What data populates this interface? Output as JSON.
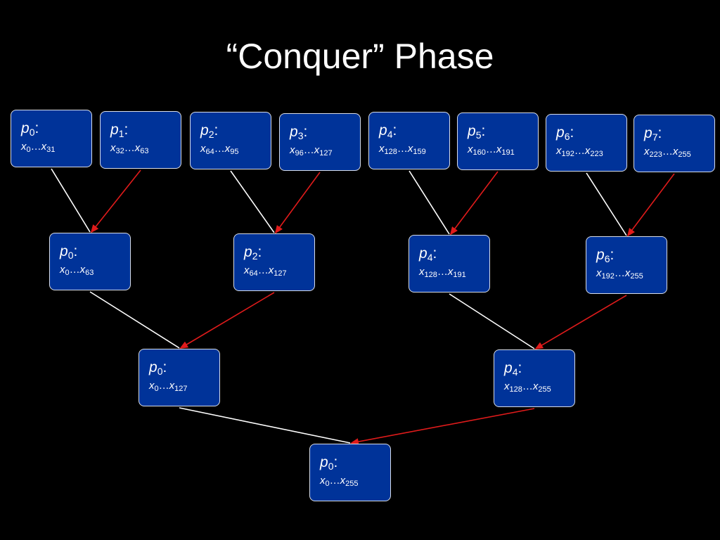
{
  "title": "“Conquer” Phase",
  "colors": {
    "background": "#000000",
    "node_fill": "#003399",
    "node_border": "#d8dde8",
    "left_edge": "#ffffff",
    "right_edge": "#e01b1b"
  },
  "nodes": [
    {
      "id": "n0",
      "proc": "0",
      "lo": "0",
      "hi": "31"
    },
    {
      "id": "n1",
      "proc": "1",
      "lo": "32",
      "hi": "63"
    },
    {
      "id": "n2",
      "proc": "2",
      "lo": "64",
      "hi": "95"
    },
    {
      "id": "n3",
      "proc": "3",
      "lo": "96",
      "hi": "127"
    },
    {
      "id": "n4",
      "proc": "4",
      "lo": "128",
      "hi": "159"
    },
    {
      "id": "n5",
      "proc": "5",
      "lo": "160",
      "hi": "191"
    },
    {
      "id": "n6",
      "proc": "6",
      "lo": "192",
      "hi": "223"
    },
    {
      "id": "n7",
      "proc": "7",
      "lo": "223",
      "hi": "255"
    },
    {
      "id": "m0",
      "proc": "0",
      "lo": "0",
      "hi": "63"
    },
    {
      "id": "m1",
      "proc": "2",
      "lo": "64",
      "hi": "127"
    },
    {
      "id": "m2",
      "proc": "4",
      "lo": "128",
      "hi": "191"
    },
    {
      "id": "m3",
      "proc": "6",
      "lo": "192",
      "hi": "255"
    },
    {
      "id": "q0",
      "proc": "0",
      "lo": "0",
      "hi": "127"
    },
    {
      "id": "q1",
      "proc": "4",
      "lo": "128",
      "hi": "255"
    },
    {
      "id": "r0",
      "proc": "0",
      "lo": "0",
      "hi": "255"
    }
  ],
  "edges": [
    {
      "from": "n0",
      "to": "m0",
      "kind": "left"
    },
    {
      "from": "n1",
      "to": "m0",
      "kind": "right"
    },
    {
      "from": "n2",
      "to": "m1",
      "kind": "left"
    },
    {
      "from": "n3",
      "to": "m1",
      "kind": "right"
    },
    {
      "from": "n4",
      "to": "m2",
      "kind": "left"
    },
    {
      "from": "n5",
      "to": "m2",
      "kind": "right"
    },
    {
      "from": "n6",
      "to": "m3",
      "kind": "left"
    },
    {
      "from": "n7",
      "to": "m3",
      "kind": "right"
    },
    {
      "from": "m0",
      "to": "q0",
      "kind": "left"
    },
    {
      "from": "m1",
      "to": "q0",
      "kind": "right"
    },
    {
      "from": "m2",
      "to": "q1",
      "kind": "left"
    },
    {
      "from": "m3",
      "to": "q1",
      "kind": "right"
    },
    {
      "from": "q0",
      "to": "r0",
      "kind": "left"
    },
    {
      "from": "q1",
      "to": "r0",
      "kind": "right"
    }
  ]
}
